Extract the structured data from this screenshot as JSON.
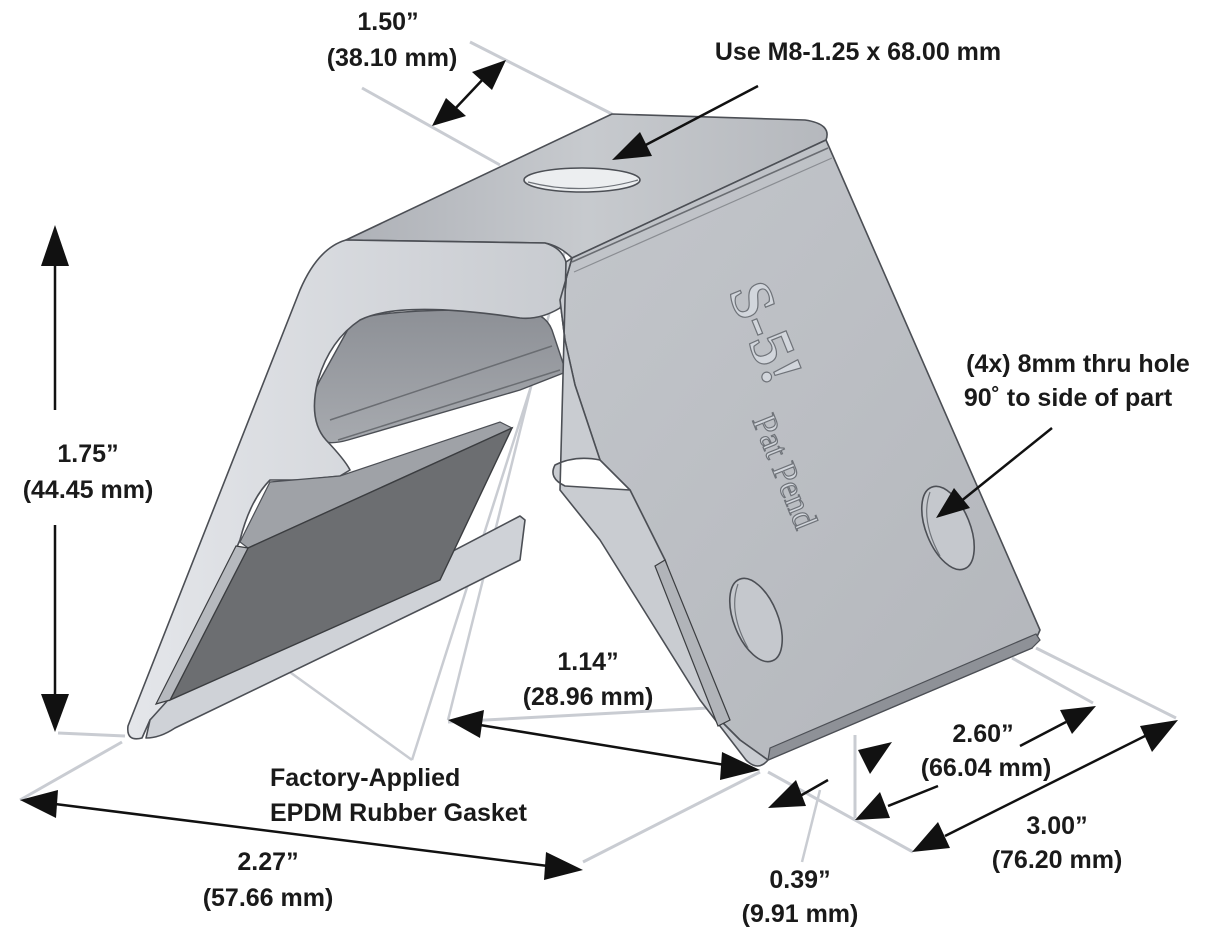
{
  "callouts": {
    "bolt": "Use M8-1.25 x 68.00 mm",
    "hole_count": "(4x) 8mm thru hole",
    "hole_orient": "90˚ to side of part",
    "gasket_line1": "Factory-Applied",
    "gasket_line2": "EPDM Rubber Gasket"
  },
  "dimensions": {
    "top_width": {
      "inch": "1.50”",
      "mm": "(38.10 mm)"
    },
    "height": {
      "inch": "1.75”",
      "mm": "(44.45 mm)"
    },
    "inner_span": {
      "inch": "1.14”",
      "mm": "(28.96 mm)"
    },
    "base_width": {
      "inch": "2.27”",
      "mm": "(57.66 mm)"
    },
    "hole_spacing": {
      "inch": "2.60”",
      "mm": "(66.04 mm)"
    },
    "length": {
      "inch": "3.00”",
      "mm": "(76.20 mm)"
    },
    "hole_offset": {
      "inch": "0.39”",
      "mm": "(9.91 mm)"
    }
  },
  "part_marking": {
    "logo": "S-5!",
    "patent": "Pat Pend"
  },
  "colors": {
    "metal_light": "#d6d9de",
    "metal_mid": "#b9bcc2",
    "metal_dark": "#9a9da3",
    "gasket": "#6c6e71",
    "dimension_arrow": "#111111",
    "extension_line": "#c9ccd2"
  }
}
